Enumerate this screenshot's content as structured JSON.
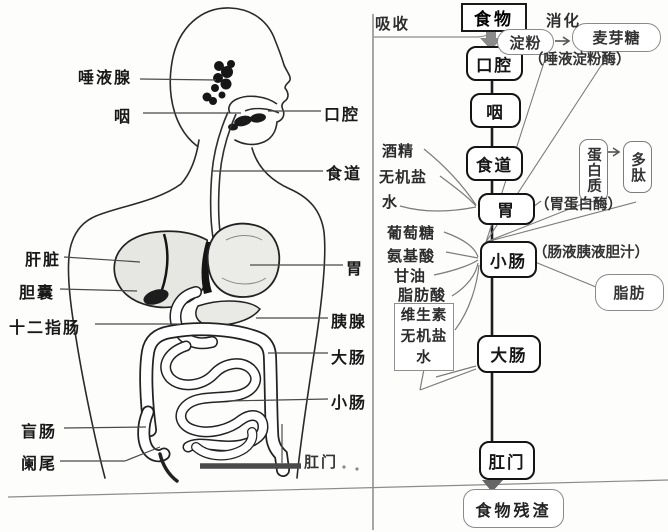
{
  "figure": {
    "labels": {
      "salivary_gland": "唾液腺",
      "pharynx": "咽",
      "oral_cavity": "口腔",
      "esophagus": "食道",
      "liver": "肝脏",
      "gallbladder": "胆囊",
      "duodenum": "十二指肠",
      "stomach": "胃",
      "pancreas": "胰腺",
      "large_intestine": "大肠",
      "small_intestine": "小肠",
      "cecum": "盲肠",
      "appendix": "阑尾",
      "anus": "肛门"
    }
  },
  "flowchart": {
    "absorption": "吸收",
    "digestion": "消化",
    "food": "食物",
    "organs": [
      "口腔",
      "咽",
      "食道",
      "胃",
      "小肠",
      "大肠",
      "肛门"
    ],
    "residue": "食物残渣",
    "starch": "淀粉",
    "maltose": "麦芽糖",
    "salivary_amylase": "（唾液淀粉酶）",
    "protein": "蛋白质",
    "polypeptide": "多肽",
    "pepsin": "（胃蛋白酶）",
    "intestinal_juices": "（肠液胰液胆汁）",
    "fat": "脂肪",
    "absorbed_in_stomach": [
      "酒精",
      "无机盐",
      "水"
    ],
    "absorbed_in_small_intestine": [
      "葡萄糖",
      "氨基酸",
      "甘油",
      "脂肪酸"
    ],
    "absorbed_in_large_intestine": [
      "维生素",
      "无机盐",
      "水"
    ]
  },
  "colors": {
    "ink": "#1a1a1a",
    "thin_line": "#777777",
    "thick_arrow": "#8a8a8a"
  }
}
